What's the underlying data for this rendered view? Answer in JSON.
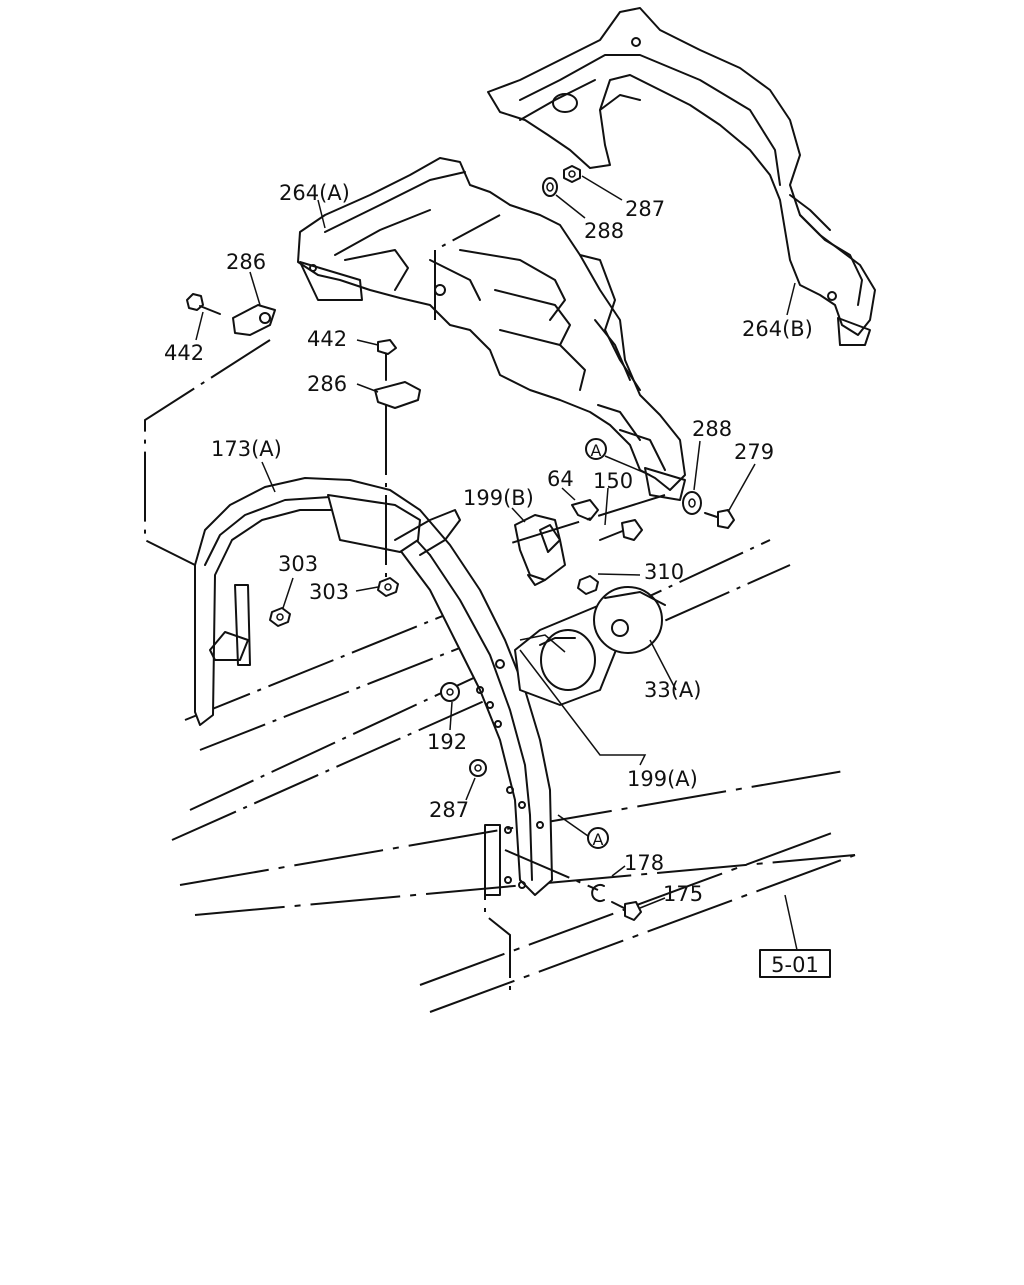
{
  "labels": {
    "p264a": "264(A)",
    "p264b": "264(B)",
    "p287_top": "287",
    "p288_top": "288",
    "p286_left": "286",
    "p442_left": "442",
    "p442_mid": "442",
    "p286_mid": "286",
    "p173a": "173(A)",
    "p288_right": "288",
    "p279": "279",
    "p64": "64",
    "p150": "150",
    "p199b": "199(B)",
    "p310": "310",
    "p303_a": "303",
    "p303_b": "303",
    "p33a": "33(A)",
    "p192": "192",
    "p199a": "199(A)",
    "p287_bottom": "287",
    "p178": "178",
    "p175": "175",
    "ref_box": "5-01",
    "marker_a_top": "A",
    "marker_a_bottom": "A"
  }
}
